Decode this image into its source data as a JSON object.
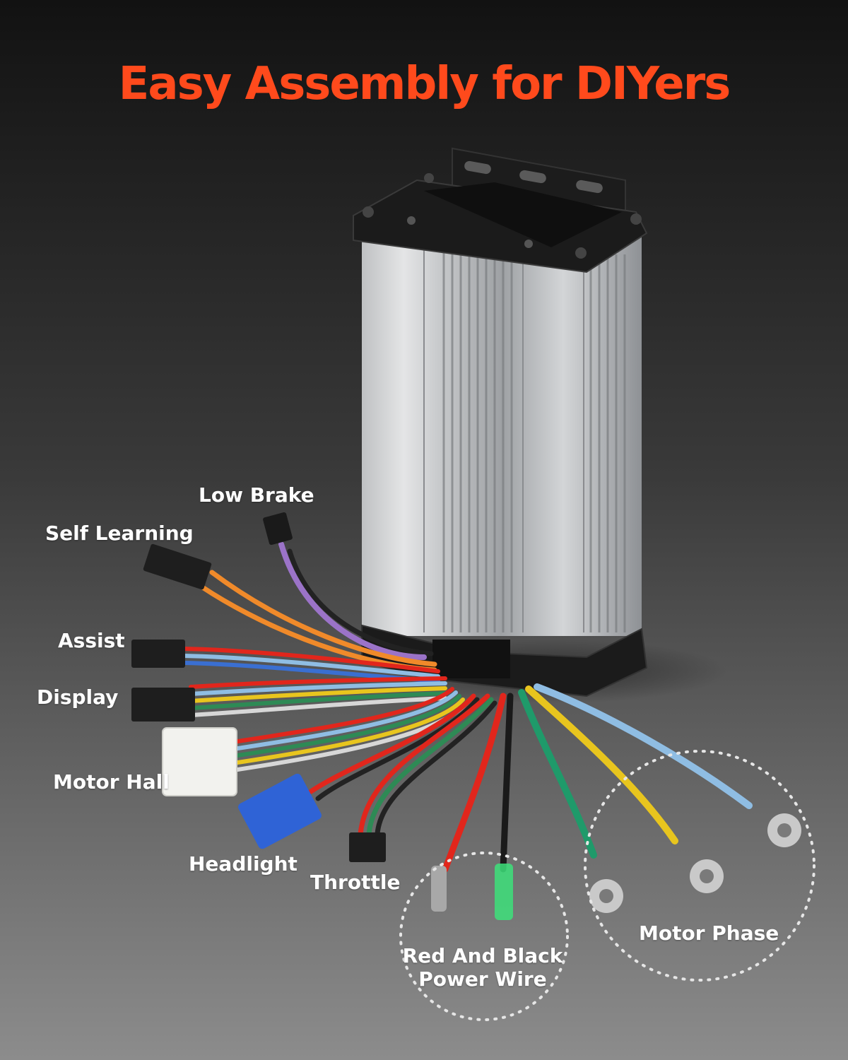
{
  "title": "Easy Assembly for DIYers",
  "labels": {
    "low_brake": "Low Brake",
    "self_learning": "Self Learning",
    "assist": "Assist",
    "display": "Display",
    "motor_hall": "Motor Hall",
    "headlight": "Headlight",
    "throttle": "Throttle",
    "power_wire_line1": "Red And Black",
    "power_wire_line2": "Power Wire",
    "motor_phase": "Motor Phase"
  },
  "colors": {
    "title": "#ff4a1c",
    "label": "#ffffff",
    "wire_red": "#e1261c",
    "wire_black": "#1a1a1a",
    "wire_green": "#1f9a6a",
    "wire_yellow": "#e8c51e",
    "wire_blue": "#8fbde3",
    "wire_orange": "#f08a2a",
    "wire_purple": "#9b73c8",
    "connector_blue": "#2f63d6",
    "connector_white": "#f2f2ee"
  }
}
